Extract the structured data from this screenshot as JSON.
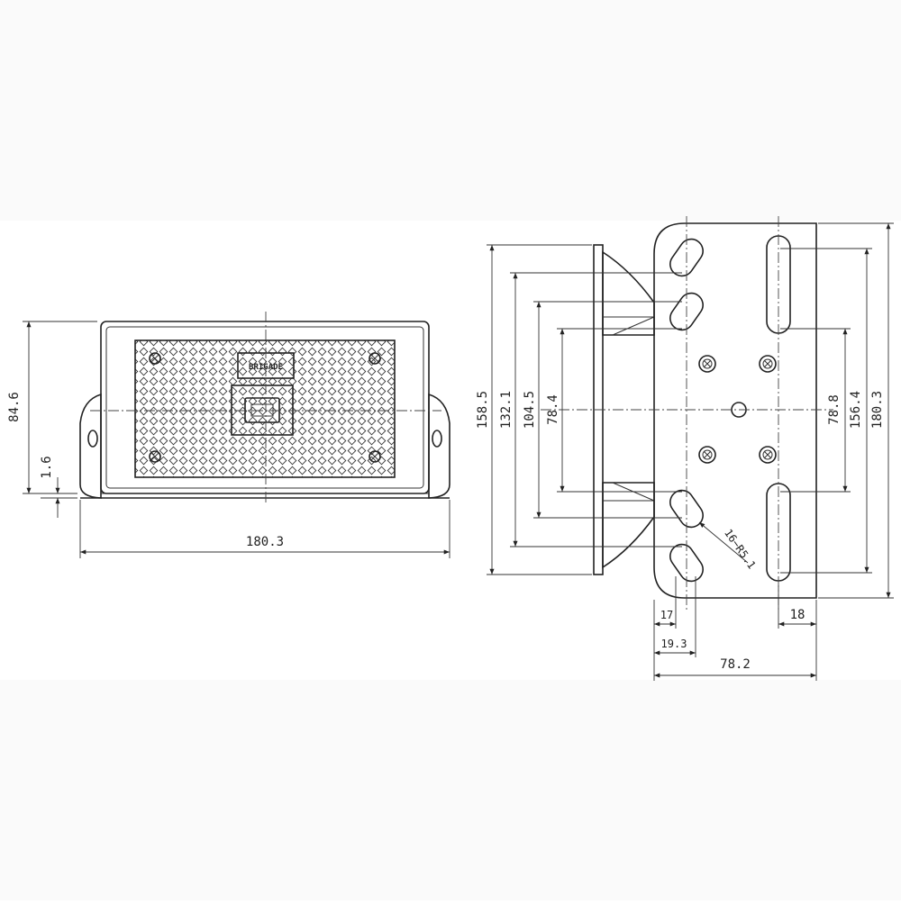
{
  "front_view": {
    "brand_label": "BRIGADE",
    "dimensions": {
      "height": "84.6",
      "base_thickness": "1.6",
      "width": "180.3"
    }
  },
  "side_view": {
    "dimensions": {
      "height_158_5": "158.5",
      "height_132_1": "132.1",
      "height_104_5": "104.5",
      "height_78_4": "78.4",
      "height_78_8": "78.8",
      "height_156_4": "156.4",
      "height_180_3": "180.3",
      "slot_radius": "16−R5.1",
      "offset_17": "17",
      "offset_19_3": "19.3",
      "offset_18": "18",
      "width_78_2": "78.2"
    }
  }
}
